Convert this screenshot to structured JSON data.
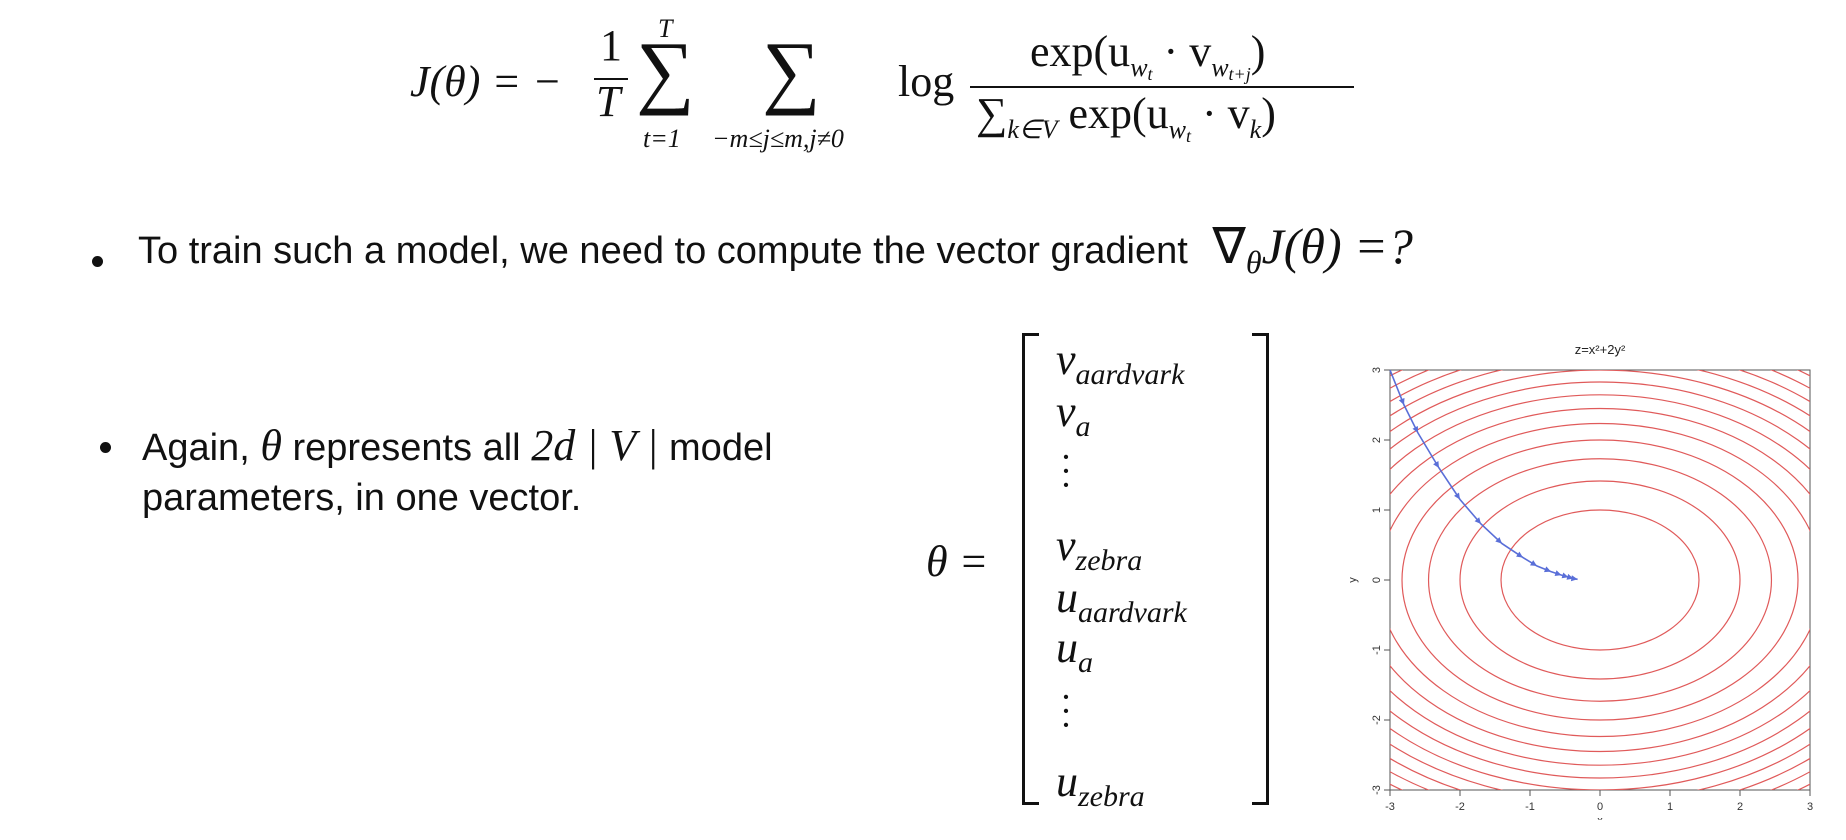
{
  "formula": {
    "lhs": "J(θ) = −",
    "frac_num": "1",
    "frac_den": "T",
    "sum_upper": "T",
    "sum_lower1": "t=1",
    "sum_lower2": "−m≤j≤m,j≠0",
    "log": "log",
    "numerator": "exp(u",
    "num_sub1": "w",
    "num_sub1b": "t",
    "num_dot": " · v",
    "num_sub2": "w",
    "num_sub2b": "t+j",
    "num_close": ")",
    "den_sum": "∑",
    "den_sub": "k∈V",
    "den_exp": " exp(u",
    "den_sub1": "w",
    "den_sub1b": "t",
    "den_dot": " · v",
    "den_sub2": "k",
    "den_close": ")"
  },
  "bullet1": {
    "text": "To train such a model, we need to compute the vector gradient",
    "math": "∇",
    "math_sub": "θ",
    "math_rest": "J(θ) =?"
  },
  "bullet2": {
    "line1_a": "Again,",
    "theta": "θ",
    "line1_b": "represents all",
    "math": "2d | V |",
    "line1_c": "model",
    "line2": "parameters, in one vector."
  },
  "vector": {
    "lhs": "θ =",
    "entries": [
      {
        "base": "v",
        "sub": "aardvark"
      },
      {
        "base": "v",
        "sub": "a"
      },
      {
        "base": "v",
        "sub": "zebra"
      },
      {
        "base": "u",
        "sub": "aardvark"
      },
      {
        "base": "u",
        "sub": "a"
      },
      {
        "base": "u",
        "sub": "zebra"
      }
    ],
    "vdots": "⋮"
  },
  "chart_data": {
    "type": "line",
    "title": "z=x²+2y²",
    "xlabel": "x",
    "ylabel": "y",
    "xlim": [
      -3,
      3
    ],
    "ylim": [
      -3,
      3
    ],
    "x_ticks": [
      "-3",
      "-2",
      "-1",
      "0",
      "1",
      "2",
      "3"
    ],
    "y_ticks": [
      "-3",
      "-2",
      "-1",
      "0",
      "1",
      "2",
      "3"
    ],
    "contour_levels": [
      2,
      4,
      6,
      8,
      10,
      12,
      14,
      16,
      18,
      20,
      22,
      24,
      26
    ],
    "contour_color": "#e05a5a",
    "path_color": "#5a6fd8",
    "descent_path": {
      "x": [
        -3.0,
        -2.8,
        -2.6,
        -2.3,
        -2.0,
        -1.7,
        -1.4,
        -1.1,
        -0.9,
        -0.7,
        -0.55,
        -0.45,
        -0.38,
        -0.32
      ],
      "y": [
        3.0,
        2.5,
        2.1,
        1.6,
        1.15,
        0.8,
        0.52,
        0.32,
        0.2,
        0.12,
        0.07,
        0.04,
        0.02,
        0.01
      ]
    }
  }
}
